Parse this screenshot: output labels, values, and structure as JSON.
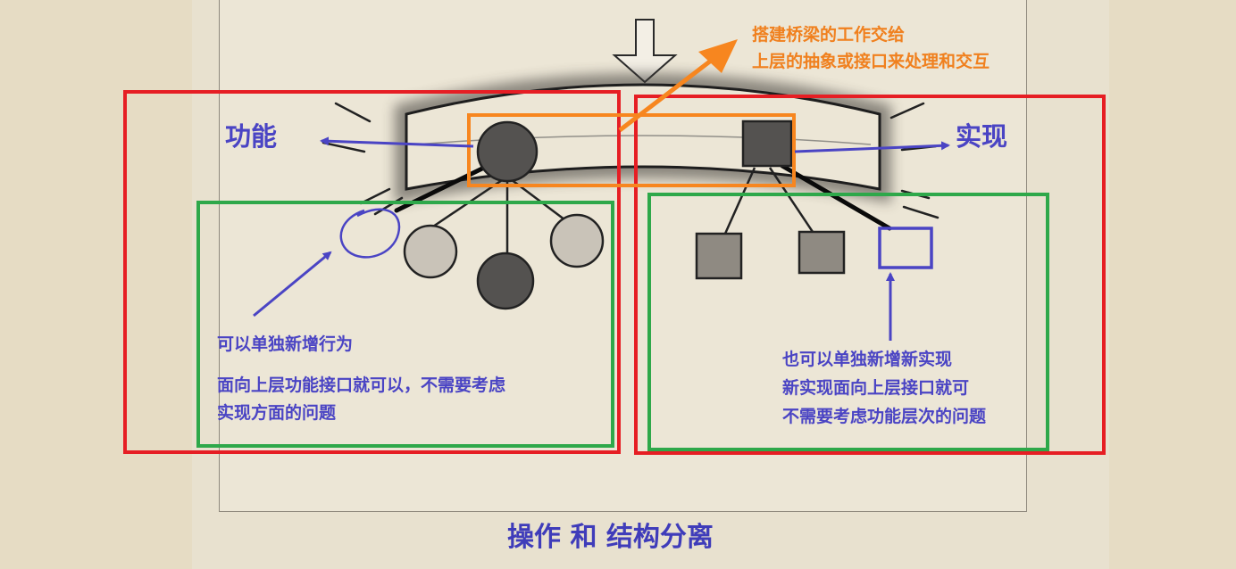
{
  "colors": {
    "red_box": "#e61e24",
    "green_box": "#2ea84a",
    "orange_box": "#f7861f",
    "blue_annot": "#4a44c4",
    "dark_node": "#545250",
    "light_node": "#c9c3b8",
    "mid_node": "#8f8a82"
  },
  "annotations": {
    "bridge_line1": "搭建桥梁的工作交给",
    "bridge_line2": "上层的抽象或接口来处理和交互",
    "function_label": "功能",
    "implementation_label": "实现",
    "left_note_title": "可以单独新增行为",
    "left_note_line1": "面向上层功能接口就可以，不需要考虑",
    "left_note_line2": "实现方面的问题",
    "right_note_line1": "也可以单独新增新实现",
    "right_note_line2": "新实现面向上层接口就可",
    "right_note_line3": "不需要考虑功能层次的问题",
    "caption": "操作 和 结构分离"
  }
}
